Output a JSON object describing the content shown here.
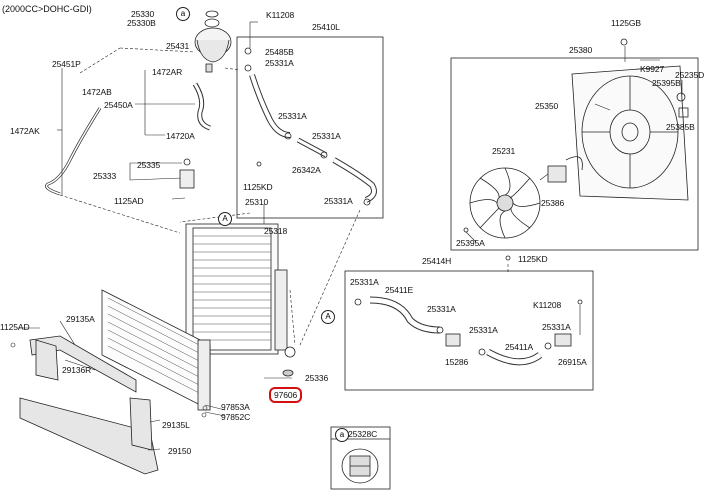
{
  "header": "(2000CC>DOHC-GDI)",
  "ref_circle": "A",
  "legend_circle": "a",
  "parts": {
    "p25330": "25330",
    "p25330b": "25330B",
    "pK11208a": "K11208",
    "p25410L": "25410L",
    "p25431": "25431",
    "p25485B": "25485B",
    "p25331Aa": "25331A",
    "p25451P": "25451P",
    "p1472AR": "1472AR",
    "p1472AB": "1472AB",
    "p25450A": "25450A",
    "p1472AK": "1472AK",
    "p14720A": "14720A",
    "p25331Ab": "25331A",
    "p25331Ac": "25331A",
    "p26342A": "26342A",
    "p25335": "25335",
    "p25333": "25333",
    "p1125KDa": "1125KD",
    "p25331Ad": "25331A",
    "p1125AD": "1125AD",
    "p25310": "25310",
    "p25318": "25318",
    "p1125GB": "1125GB",
    "p25380": "25380",
    "pK9927": "K9927",
    "p25235D": "25235D",
    "p25395B": "25395B",
    "p25350": "25350",
    "p25385B": "25385B",
    "p25231": "25231",
    "p25386": "25386",
    "p25395A": "25395A",
    "p25414H": "25414H",
    "p1125KDb": "1125KD",
    "p25331Ae": "25331A",
    "p25411E": "25411E",
    "p25331Af": "25331A",
    "pK11208b": "K11208",
    "p25331Ag": "25331A",
    "p25331Ah": "25331A",
    "p25411A": "25411A",
    "p15286": "15286",
    "p26915A": "26915A",
    "p1125AD2": "1125AD",
    "p29135A": "29135A",
    "p29136R": "29136R",
    "p25336": "25336",
    "p97606": "97606",
    "p97853A": "97853A",
    "p97852C": "97852C",
    "p29135L": "29135L",
    "p29150": "29150",
    "p25328C": "25328C"
  }
}
